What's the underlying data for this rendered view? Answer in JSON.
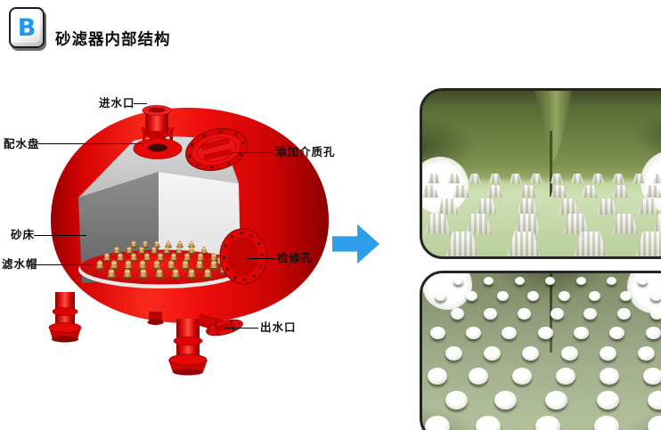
{
  "header": {
    "badge_letter": "B",
    "title": "砂滤器内部结构"
  },
  "diagram": {
    "labels": {
      "inlet": "进水口",
      "distribution_plate": "配水盘",
      "media_port": "添加介质孔",
      "sand_bed": "砂床",
      "filter_cap": "滤水帽",
      "manhole": "检修孔",
      "outlet": "出水口"
    },
    "sand_nozzles": [
      [
        150,
        277,
        0.75
      ],
      [
        163,
        277,
        0.75
      ],
      [
        176,
        277,
        0.75
      ],
      [
        189,
        277,
        0.75
      ],
      [
        202,
        277,
        0.75
      ],
      [
        215,
        277,
        0.75
      ],
      [
        131,
        284,
        0.8
      ],
      [
        145,
        284,
        0.8
      ],
      [
        159,
        284,
        0.8
      ],
      [
        173,
        284,
        0.8
      ],
      [
        187,
        284,
        0.8
      ],
      [
        201,
        284,
        0.8
      ],
      [
        215,
        284,
        0.8
      ],
      [
        229,
        284,
        0.8
      ],
      [
        120,
        292,
        0.9
      ],
      [
        135,
        292,
        0.9
      ],
      [
        150,
        292,
        0.9
      ],
      [
        165,
        292,
        0.9
      ],
      [
        180,
        292,
        0.9
      ],
      [
        195,
        292,
        0.9
      ],
      [
        210,
        292,
        0.9
      ],
      [
        225,
        292,
        0.9
      ],
      [
        240,
        292,
        0.9
      ],
      [
        112,
        301,
        1.0
      ],
      [
        128,
        301,
        1.0
      ],
      [
        144,
        301,
        1.0
      ],
      [
        160,
        301,
        1.0
      ],
      [
        176,
        301,
        1.0
      ],
      [
        192,
        301,
        1.0
      ],
      [
        208,
        301,
        1.0
      ],
      [
        224,
        301,
        1.0
      ],
      [
        240,
        301,
        1.0
      ],
      [
        125,
        311,
        1.05
      ],
      [
        143,
        311,
        1.05
      ],
      [
        161,
        311,
        1.05
      ],
      [
        179,
        311,
        1.05
      ],
      [
        197,
        311,
        1.05
      ],
      [
        215,
        311,
        1.05
      ],
      [
        233,
        311,
        1.05
      ],
      [
        247,
        296,
        0.9
      ],
      [
        251,
        306,
        0.95
      ]
    ]
  },
  "colors": {
    "tank_red": "#e60808",
    "arrow_blue": "#2e9ee9",
    "badge_blue": "#2196f3",
    "photo_wall_green": "#5e6f3c",
    "photo_floor_green": "#c6d9aa",
    "plate_green": "#a3ab92",
    "nozzle_tan": "#c9a05e"
  },
  "photos": {
    "top": {
      "lights": [
        [
          -4,
          40,
          64
        ],
        [
          85,
          36,
          70
        ]
      ],
      "caps": [
        [
          2,
          50,
          14
        ],
        [
          10,
          50,
          14
        ],
        [
          18,
          50,
          14
        ],
        [
          26,
          50,
          14
        ],
        [
          34,
          50,
          14
        ],
        [
          42,
          50,
          14
        ],
        [
          50,
          50,
          14
        ],
        [
          58,
          50,
          14
        ],
        [
          66,
          50,
          14
        ],
        [
          74,
          50,
          14
        ],
        [
          82,
          50,
          14
        ],
        [
          90,
          50,
          14
        ],
        [
          0,
          57,
          18
        ],
        [
          12,
          57,
          18
        ],
        [
          25,
          57,
          18
        ],
        [
          38,
          57,
          18
        ],
        [
          50,
          57,
          18
        ],
        [
          62,
          57,
          18
        ],
        [
          74,
          57,
          18
        ],
        [
          87,
          57,
          18
        ],
        [
          6,
          65,
          23
        ],
        [
          21,
          65,
          23
        ],
        [
          37,
          65,
          23
        ],
        [
          53,
          65,
          23
        ],
        [
          68,
          65,
          23
        ],
        [
          84,
          65,
          23
        ],
        [
          1,
          74,
          29
        ],
        [
          17,
          74,
          29
        ],
        [
          36,
          74,
          29
        ],
        [
          55,
          74,
          29
        ],
        [
          74,
          74,
          29
        ],
        [
          90,
          74,
          29
        ],
        [
          9,
          85,
          38
        ],
        [
          33,
          85,
          38
        ],
        [
          59,
          85,
          38
        ],
        [
          83,
          85,
          38
        ]
      ]
    },
    "bottom": {
      "lights": [
        [
          0,
          -8,
          56
        ],
        [
          80,
          -8,
          60
        ]
      ],
      "caps": [
        [
          12,
          2,
          11
        ],
        [
          24,
          2,
          11
        ],
        [
          36,
          2,
          11
        ],
        [
          48,
          2,
          11
        ],
        [
          60,
          2,
          11
        ],
        [
          72,
          2,
          11
        ],
        [
          84,
          2,
          11
        ],
        [
          5,
          11,
          13
        ],
        [
          17,
          11,
          13
        ],
        [
          29,
          11,
          13
        ],
        [
          41,
          11,
          13
        ],
        [
          53,
          11,
          13
        ],
        [
          65,
          11,
          13
        ],
        [
          77,
          11,
          13
        ],
        [
          89,
          11,
          13
        ],
        [
          11,
          21,
          15
        ],
        [
          24,
          21,
          15
        ],
        [
          37,
          21,
          15
        ],
        [
          50,
          21,
          15
        ],
        [
          63,
          21,
          15
        ],
        [
          76,
          21,
          15
        ],
        [
          89,
          21,
          15
        ],
        [
          3,
          32,
          17
        ],
        [
          17,
          32,
          17
        ],
        [
          31,
          32,
          17
        ],
        [
          45,
          32,
          17
        ],
        [
          59,
          32,
          17
        ],
        [
          73,
          32,
          17
        ],
        [
          87,
          32,
          17
        ],
        [
          9,
          44,
          19
        ],
        [
          24,
          44,
          19
        ],
        [
          39,
          44,
          19
        ],
        [
          54,
          44,
          19
        ],
        [
          69,
          44,
          19
        ],
        [
          84,
          44,
          19
        ],
        [
          2,
          57,
          22
        ],
        [
          18,
          57,
          22
        ],
        [
          35,
          57,
          22
        ],
        [
          52,
          57,
          22
        ],
        [
          69,
          57,
          22
        ],
        [
          86,
          57,
          22
        ],
        [
          9,
          71,
          25
        ],
        [
          28,
          71,
          25
        ],
        [
          48,
          71,
          25
        ],
        [
          68,
          71,
          25
        ],
        [
          88,
          71,
          25
        ],
        [
          1,
          86,
          28
        ],
        [
          21,
          86,
          28
        ],
        [
          44,
          86,
          28
        ],
        [
          67,
          86,
          28
        ],
        [
          88,
          86,
          28
        ]
      ]
    }
  }
}
